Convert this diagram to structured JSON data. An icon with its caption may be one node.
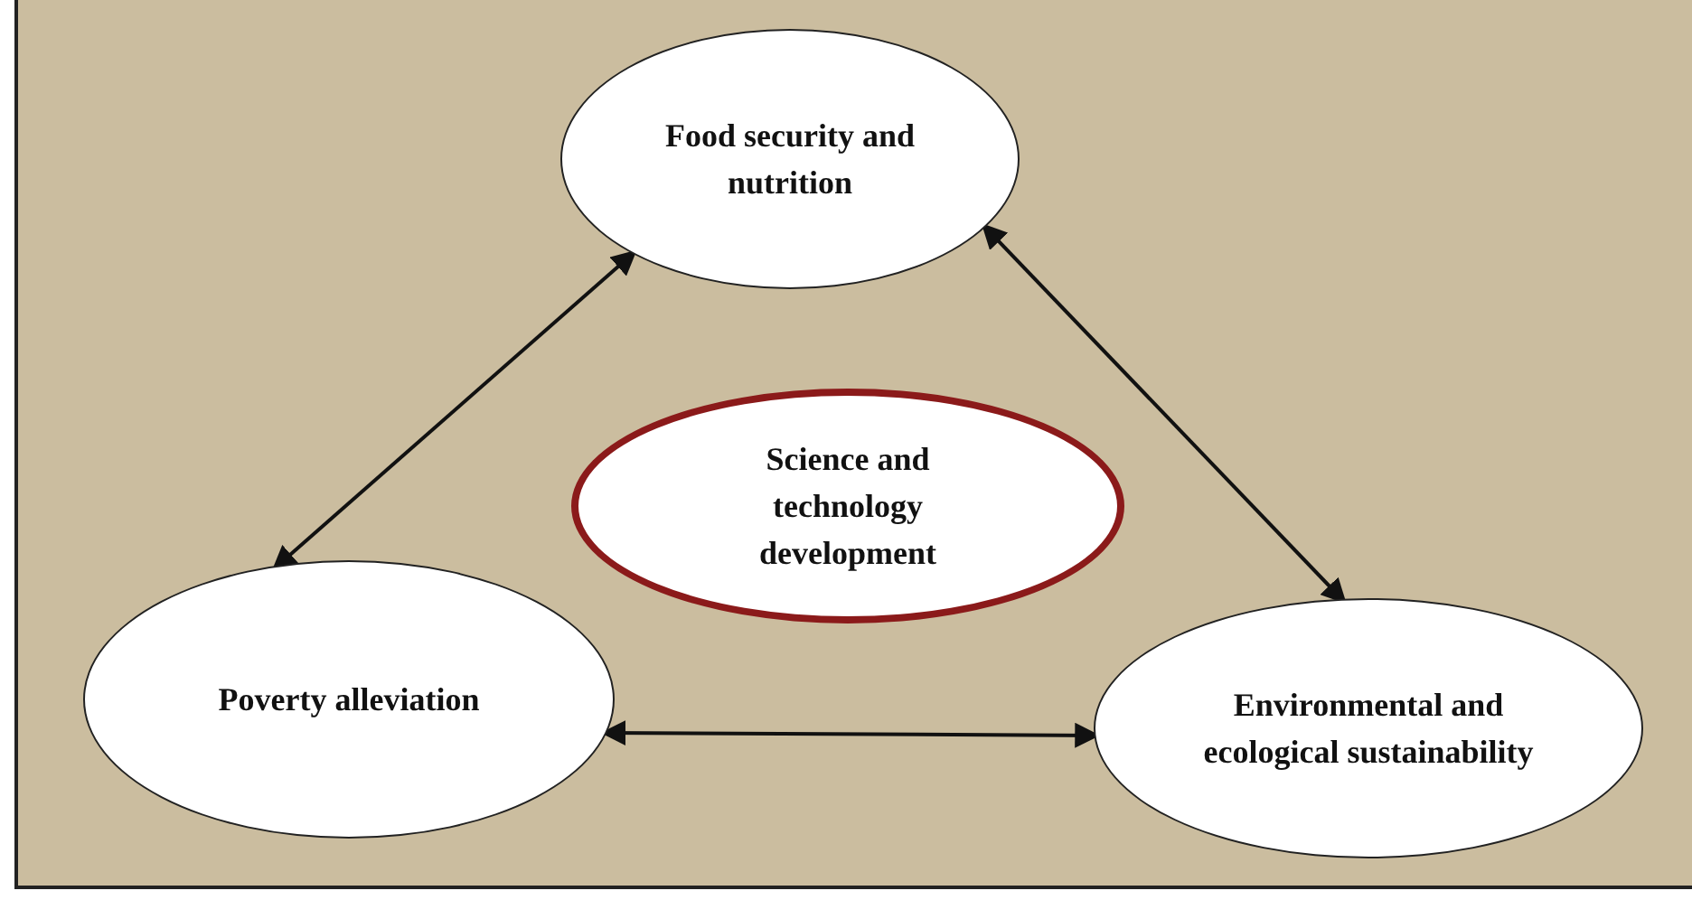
{
  "diagram": {
    "nodes": [
      {
        "text": [
          "Food security and nutrition"
        ]
      },
      {
        "text": [
          "Science and technology development"
        ]
      },
      {
        "text": [
          "Poverty alleviation"
        ]
      },
      {
        "text": [
          "Environmental and ecological sustainability"
        ]
      }
    ],
    "edges": [
      {
        "from": 2,
        "to": 0,
        "arrow": "both"
      },
      {
        "from": 0,
        "to": 3,
        "arrow": "both"
      },
      {
        "from": 2,
        "to": 3,
        "arrow": "both"
      }
    ]
  }
}
